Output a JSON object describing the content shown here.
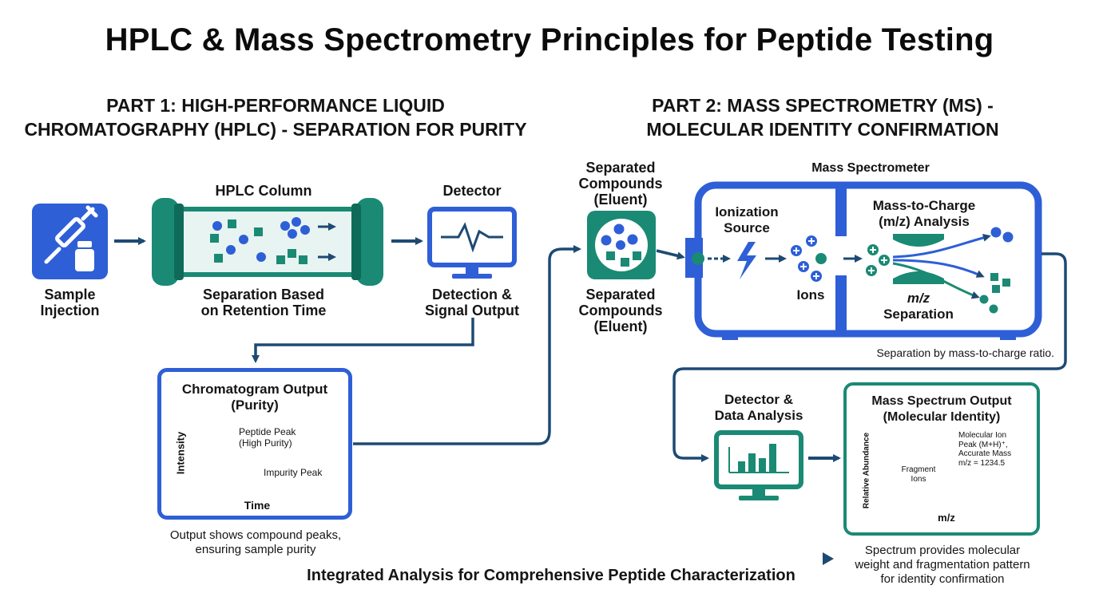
{
  "title": "HPLC & Mass Spectrometry Principles for Peptide Testing",
  "part1": {
    "line1": "PART 1: HIGH-PERFORMANCE LIQUID",
    "line2": "CHROMATOGRAPHY (HPLC) - SEPARATION FOR PURITY"
  },
  "part2": {
    "line1": "PART 2: MASS SPECTROMETRY (MS) -",
    "line2": "MOLECULAR IDENTITY CONFIRMATION"
  },
  "hplc": {
    "sample_injection": {
      "line1": "Sample",
      "line2": "Injection"
    },
    "column_title": "HPLC Column",
    "column_caption": {
      "line1": "Separation Based",
      "line2": "on Retention Time"
    },
    "detector_title": "Detector",
    "detector_caption": {
      "line1": "Detection &",
      "line2": "Signal Output"
    }
  },
  "chromatogram": {
    "title_line1": "Chromatogram Output",
    "title_line2": "(Purity)",
    "peptide_peak_line1": "Peptide Peak",
    "peptide_peak_line2": "(High Purity)",
    "impurity_peak": "Impurity Peak",
    "ylabel": "Intensity",
    "xlabel": "Time",
    "caption_line1": "Output shows compound peaks,",
    "caption_line2": "ensuring sample purity"
  },
  "eluent": {
    "top": [
      "Separated",
      "Compounds",
      "(Eluent)"
    ],
    "bottom": [
      "Separated",
      "Compounds",
      "(Eluent)"
    ]
  },
  "ms": {
    "title": "Mass Spectrometer",
    "ionization_line1": "Ionization",
    "ionization_line2": "Source",
    "ions": "Ions",
    "analysis_line1": "Mass-to-Charge",
    "analysis_line2": "(m/z) Analysis",
    "separation_line1": "m/z",
    "separation_line2": "Separation",
    "caption": "Separation by mass-to-charge ratio."
  },
  "detector2": {
    "line1": "Detector &",
    "line2": "Data Analysis"
  },
  "spectrum": {
    "title_line1": "Mass Spectrum Output",
    "title_line2": "(Molecular Identity)",
    "ylabel": "Relative Abundance",
    "xlabel": "m/z",
    "fragment_line1": "Fragment",
    "fragment_line2": "Ions",
    "molecular_line1": "Molecular Ion",
    "molecular_line2": "Peak (M+H)⁺,",
    "molecular_line3": "Accurate Mass",
    "molecular_line4": "m/z = 1234.5",
    "caption_line1": "Spectrum provides molecular",
    "caption_line2": "weight and fragmentation pattern",
    "caption_line3": "for identity confirmation"
  },
  "footer": "Integrated Analysis for Comprehensive Peptide Characterization",
  "colors": {
    "blue": "#2e5fd6",
    "teal": "#1a8a74",
    "navy": "#1d4a73"
  },
  "icons": [
    "syringe-icon",
    "vial-icon",
    "monitor-icon",
    "lightning-icon",
    "bar-chart-icon"
  ]
}
